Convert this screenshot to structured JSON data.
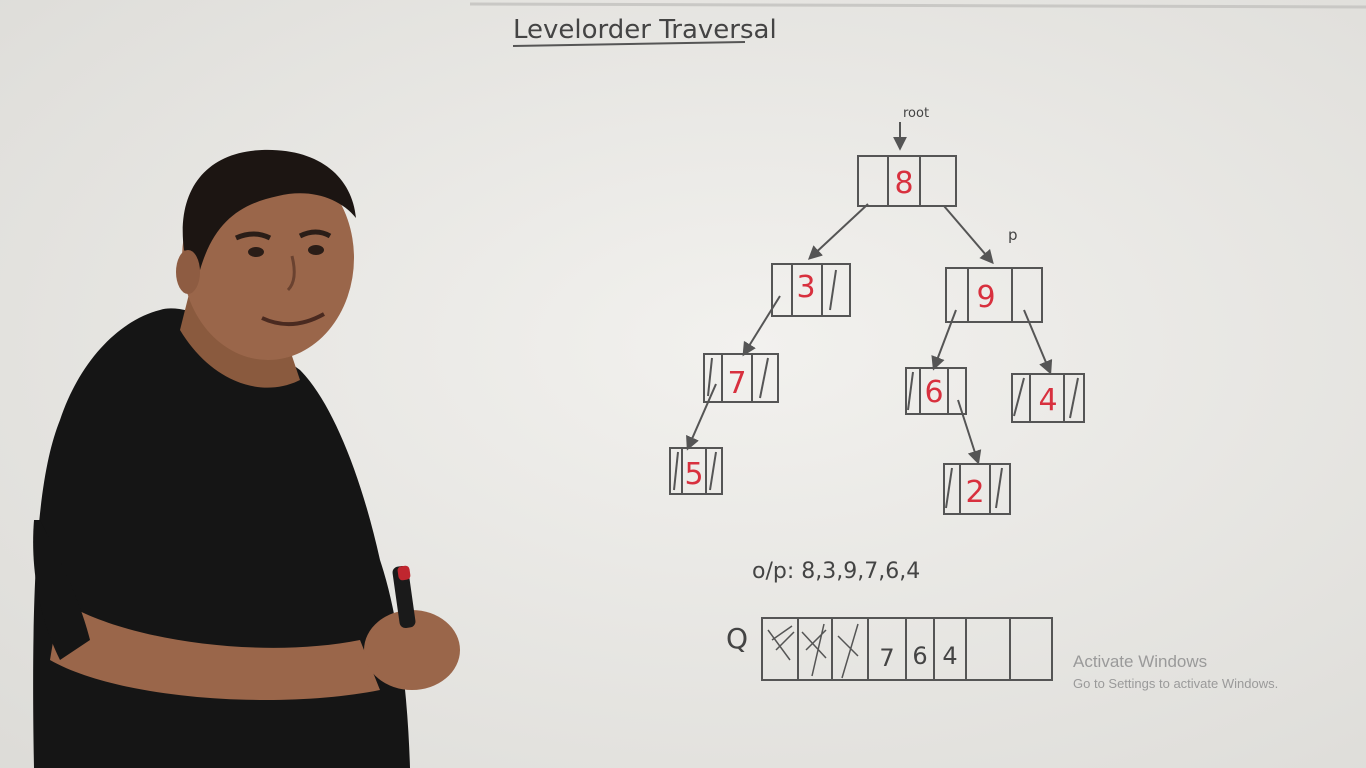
{
  "board": {
    "title": "Levelorder Traversal",
    "root_label": "root",
    "p_label": "p",
    "output_label": "o/p: 8,3,9,7,6,4",
    "queue_label": "Q",
    "queue_values": [
      "7",
      "6",
      "4"
    ],
    "nodes": [
      "8",
      "3",
      "9",
      "7",
      "6",
      "4",
      "5",
      "2"
    ]
  },
  "overlay": {
    "activate_title": "Activate Windows",
    "activate_subtitle": "Go to Settings to activate Windows."
  }
}
